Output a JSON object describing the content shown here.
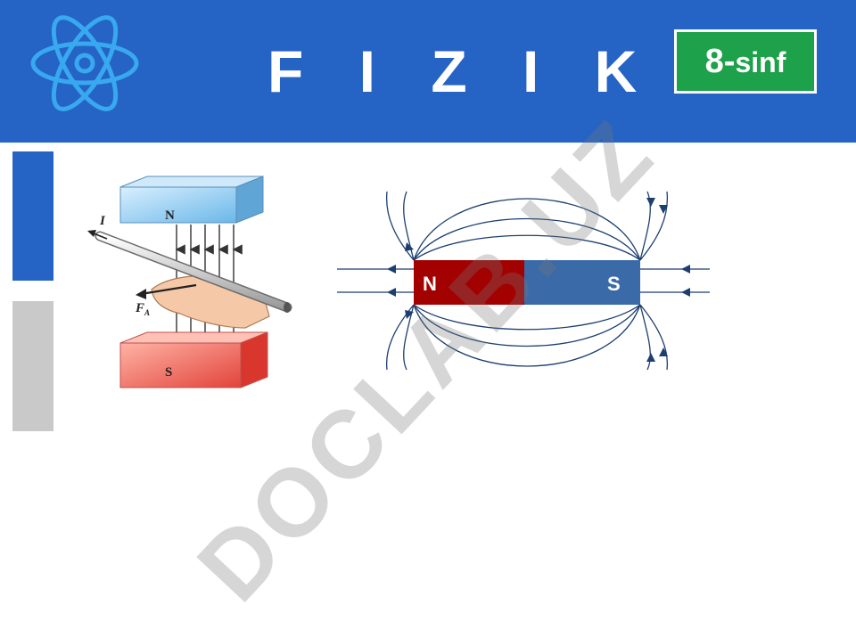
{
  "header": {
    "title": "F I Z I K A",
    "grade_number": "8-",
    "grade_suffix": "sinf",
    "logo_icon": "atom-icon"
  },
  "figure_left": {
    "pole_top": "N",
    "pole_bottom": "S",
    "current_label": "I",
    "force_label": "F",
    "force_subscript": "A"
  },
  "figure_right": {
    "pole_left": "N",
    "pole_right": "S"
  },
  "watermark": "DOCLAB.UZ",
  "colors": {
    "header_blue": "#2563c4",
    "badge_green": "#1ea14b",
    "magnet_red": "#a30000",
    "magnet_blue": "#3a6aa8",
    "side_gray": "#c9c9c9"
  }
}
